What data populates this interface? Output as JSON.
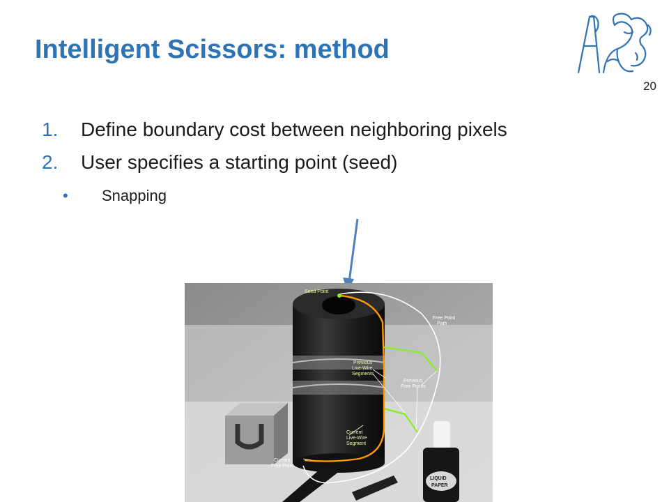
{
  "slide": {
    "title": "Intelligent Scissors: method",
    "page_number": "20",
    "items": [
      {
        "number": "1.",
        "text": "Define boundary cost between neighboring pixels"
      },
      {
        "number": "2.",
        "text": "User specifies a starting point (seed)"
      }
    ],
    "subitems": [
      {
        "bullet": "•",
        "text": "Snapping"
      }
    ]
  },
  "figure": {
    "labels": {
      "seed_point": "Seed Point",
      "free_point_path_1": "Free Point",
      "free_point_path_2": "Path",
      "previous_segments_1": "Previous",
      "previous_segments_2": "Live-Wire",
      "previous_segments_3": "Segments",
      "previous_free_1": "Previous",
      "previous_free_2": "Free Points",
      "current_segment_1": "Current",
      "current_segment_2": "Live-Wire",
      "current_segment_3": "Segment",
      "current_free_1": "Current",
      "current_free_2": "Free Point",
      "bottle_label_1": "LIQUID",
      "bottle_label_2": "PAPER"
    },
    "colors": {
      "live_wire": "#ff9900",
      "previous_segments": "#88ee22",
      "free_point_path": "#ffffff",
      "arrow": "#4f7fbf",
      "title": "#2e74b5"
    }
  }
}
